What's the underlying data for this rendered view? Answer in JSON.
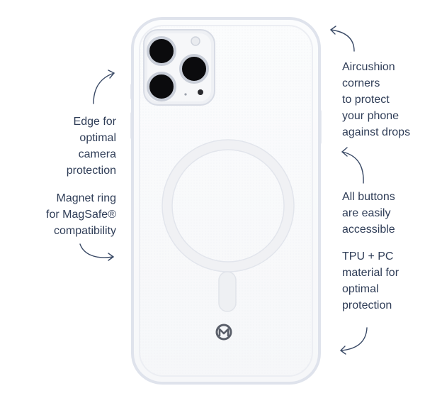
{
  "annotations": {
    "edge": "Edge for\noptimal\ncamera\nprotection",
    "magnet": "Magnet ring\nfor MagSafe®\ncompatibility",
    "corners": "Aircushion\ncorners\nto protect\nyour phone\nagainst drops",
    "buttons": "All buttons\nare easily\naccessible",
    "material": "TPU + PC\nmaterial for\noptimal\nprotection"
  },
  "colors": {
    "text": "#2f3d57",
    "arrow": "#3a4a66",
    "case_edge": "#dfe3ec",
    "logo": "#5a5f6a"
  },
  "icons": {
    "logo": "mobilize-m-logo",
    "arrows": "curved-arrow-icon"
  }
}
